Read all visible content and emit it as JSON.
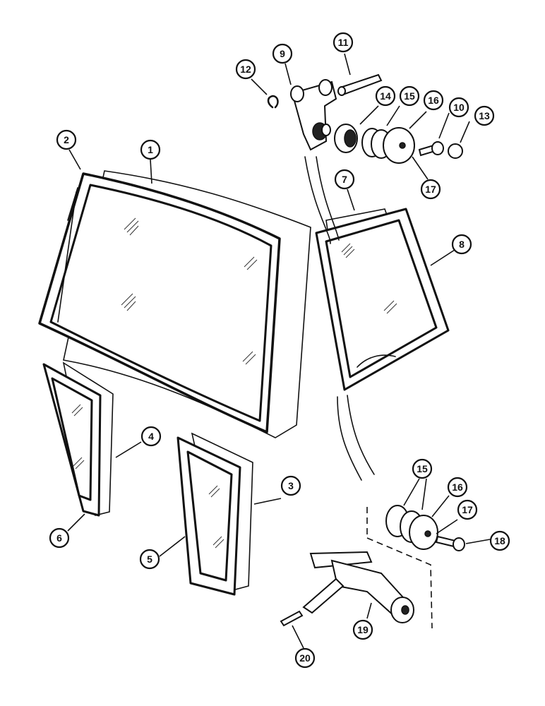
{
  "callouts": [
    {
      "id": "c1",
      "label": "1"
    },
    {
      "id": "c2",
      "label": "2"
    },
    {
      "id": "c3",
      "label": "3"
    },
    {
      "id": "c4",
      "label": "4"
    },
    {
      "id": "c5",
      "label": "5"
    },
    {
      "id": "c6",
      "label": "6"
    },
    {
      "id": "c7",
      "label": "7"
    },
    {
      "id": "c8",
      "label": "8"
    },
    {
      "id": "c9",
      "label": "9"
    },
    {
      "id": "c10",
      "label": "10"
    },
    {
      "id": "c11",
      "label": "11"
    },
    {
      "id": "c12",
      "label": "12"
    },
    {
      "id": "c13",
      "label": "13"
    },
    {
      "id": "c14",
      "label": "14"
    },
    {
      "id": "c15a",
      "label": "15"
    },
    {
      "id": "c16a",
      "label": "16"
    },
    {
      "id": "c17a",
      "label": "17"
    },
    {
      "id": "c15b",
      "label": "15"
    },
    {
      "id": "c16b",
      "label": "16"
    },
    {
      "id": "c17b",
      "label": "17"
    },
    {
      "id": "c18",
      "label": "18"
    },
    {
      "id": "c19",
      "label": "19"
    },
    {
      "id": "c20",
      "label": "20"
    }
  ]
}
